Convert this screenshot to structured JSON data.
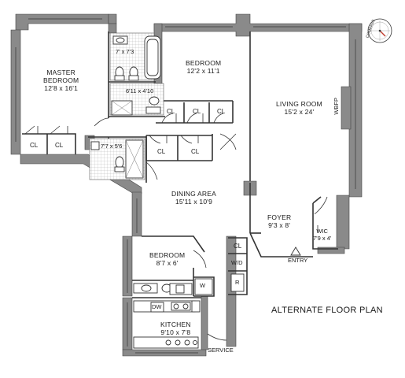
{
  "plan": {
    "title": "ALTERNATE FLOOR PLAN",
    "compass_label": "COMPASS",
    "rooms": {
      "master_bedroom": {
        "name_line1": "MASTER",
        "name_line2": "BEDROOM",
        "dims": "12'8 x 16'1"
      },
      "bath1": {
        "dims": "7' x 7'3"
      },
      "bath2": {
        "dims": "6'11 x 4'10"
      },
      "bath3": {
        "dims": "7'7 x 5'6"
      },
      "bedroom1": {
        "name": "BEDROOM",
        "dims": "12'2 x 11'1"
      },
      "living_room": {
        "name": "LIVING ROOM",
        "dims": "15'2 x 24'"
      },
      "dining_area": {
        "name": "DINING AREA",
        "dims": "15'11 x 10'9"
      },
      "foyer": {
        "name": "FOYER",
        "dims": "9'3 x 8'"
      },
      "wic": {
        "name": "WIC",
        "dims": "7'9 x 4'"
      },
      "bedroom2": {
        "name": "BEDROOM",
        "dims": "8'7 x 6'"
      },
      "kitchen": {
        "name": "KITCHEN",
        "dims": "9'10 x 7'8"
      }
    },
    "closets": {
      "cl_label": "CL",
      "wd_label": "W/D",
      "r_label": "R",
      "w_label": "W",
      "dw_label": "DW",
      "wbfp_label": "WBFP"
    },
    "entries": {
      "entry": "ENTRY",
      "service": "SERVICE"
    }
  }
}
